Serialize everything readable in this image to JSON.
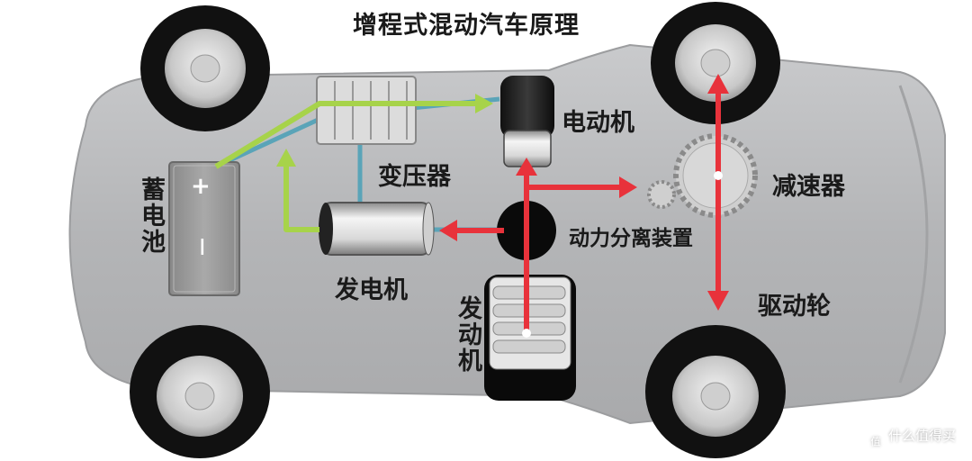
{
  "title": "增程式混动汽车原理",
  "labels": {
    "motor": "电动机",
    "transformer": "变压器",
    "reducer": "减速器",
    "power_split": "动力分离装置",
    "battery": "蓄电池",
    "generator": "发电机",
    "engine": "发动机",
    "drive_wheel": "驱动轮"
  },
  "battery_terminals": {
    "plus": "+",
    "minus": "—"
  },
  "watermark": {
    "text": "什么值得买",
    "icon": "值"
  },
  "colors": {
    "car_body": "#b9babc",
    "electric_flow": "#a7d34a",
    "mechanical_flow": "#e8323b",
    "cable": "#5aa4b8"
  }
}
